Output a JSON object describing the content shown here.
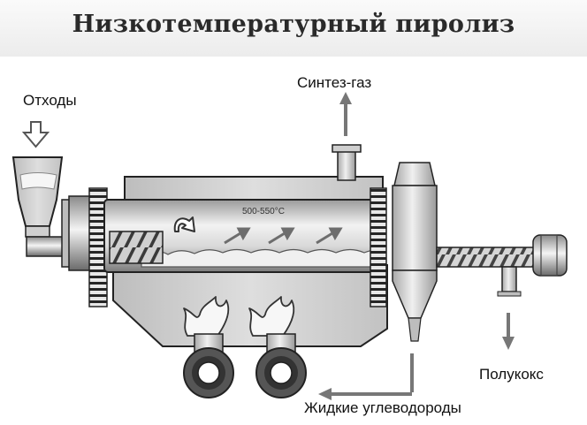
{
  "title": "Низкотемпературный пиролиз",
  "labels": {
    "waste": "Отходы",
    "syngas": "Синтез-газ",
    "temperature": "500-550°C",
    "semicoke": "Полукокс",
    "liquid_hydrocarbons": "Жидкие углеводороды"
  },
  "icons": {
    "waste_input": "hollow-down-arrow-icon",
    "syngas_output": "up-arrow-icon",
    "rotation": "curved-arrow-icon",
    "gas_flow": "diagonal-arrow-icon",
    "heat": "flame-icon",
    "burner": "burner-wheel-icon"
  },
  "colors": {
    "background": "#ffffff",
    "metal_light": "#e6e6e6",
    "metal_mid": "#c4c4c4",
    "metal_dark": "#4a4a4a",
    "outline": "#222222",
    "arrow": "#777777"
  }
}
